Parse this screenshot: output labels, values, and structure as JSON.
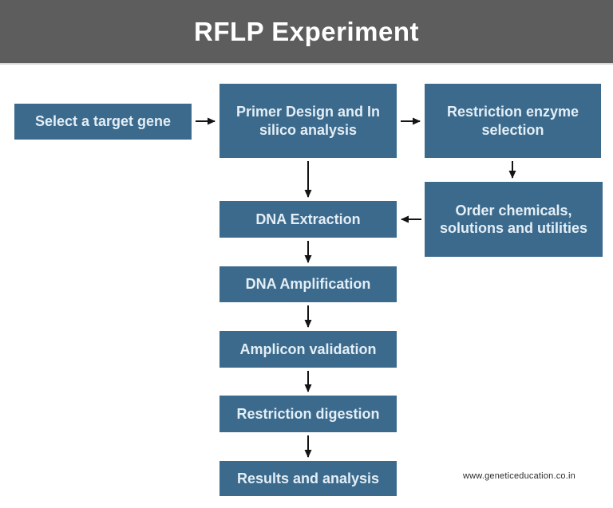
{
  "header": {
    "title": "RFLP Experiment"
  },
  "colors": {
    "header_bg": "#5d5d5d",
    "header_text": "#ffffff",
    "box_bg": "#3b6a8c",
    "box_text": "#e4eef6",
    "arrow": "#141414",
    "background": "#ffffff"
  },
  "diagram": {
    "type": "flowchart",
    "nodes": [
      {
        "id": "select-target-gene",
        "label": "Select a target gene"
      },
      {
        "id": "primer-design",
        "label": "Primer Design and In silico analysis"
      },
      {
        "id": "restriction-enzyme-selection",
        "label": "Restriction enzyme selection"
      },
      {
        "id": "order-chemicals",
        "label": "Order chemicals, solutions and utilities"
      },
      {
        "id": "dna-extraction",
        "label": "DNA Extraction"
      },
      {
        "id": "dna-amplification",
        "label": "DNA Amplification"
      },
      {
        "id": "amplicon-validation",
        "label": "Amplicon validation"
      },
      {
        "id": "restriction-digestion",
        "label": "Restriction digestion"
      },
      {
        "id": "results-and-analysis",
        "label": "Results and analysis"
      }
    ],
    "edges": [
      {
        "from": "select-target-gene",
        "to": "primer-design",
        "direction": "right"
      },
      {
        "from": "primer-design",
        "to": "restriction-enzyme-selection",
        "direction": "right"
      },
      {
        "from": "restriction-enzyme-selection",
        "to": "order-chemicals",
        "direction": "down"
      },
      {
        "from": "order-chemicals",
        "to": "dna-extraction",
        "direction": "left"
      },
      {
        "from": "primer-design",
        "to": "dna-extraction",
        "direction": "down"
      },
      {
        "from": "dna-extraction",
        "to": "dna-amplification",
        "direction": "down"
      },
      {
        "from": "dna-amplification",
        "to": "amplicon-validation",
        "direction": "down"
      },
      {
        "from": "amplicon-validation",
        "to": "restriction-digestion",
        "direction": "down"
      },
      {
        "from": "restriction-digestion",
        "to": "results-and-analysis",
        "direction": "down"
      }
    ]
  },
  "footer": {
    "watermark": "www.geneticeducation.co.in"
  }
}
